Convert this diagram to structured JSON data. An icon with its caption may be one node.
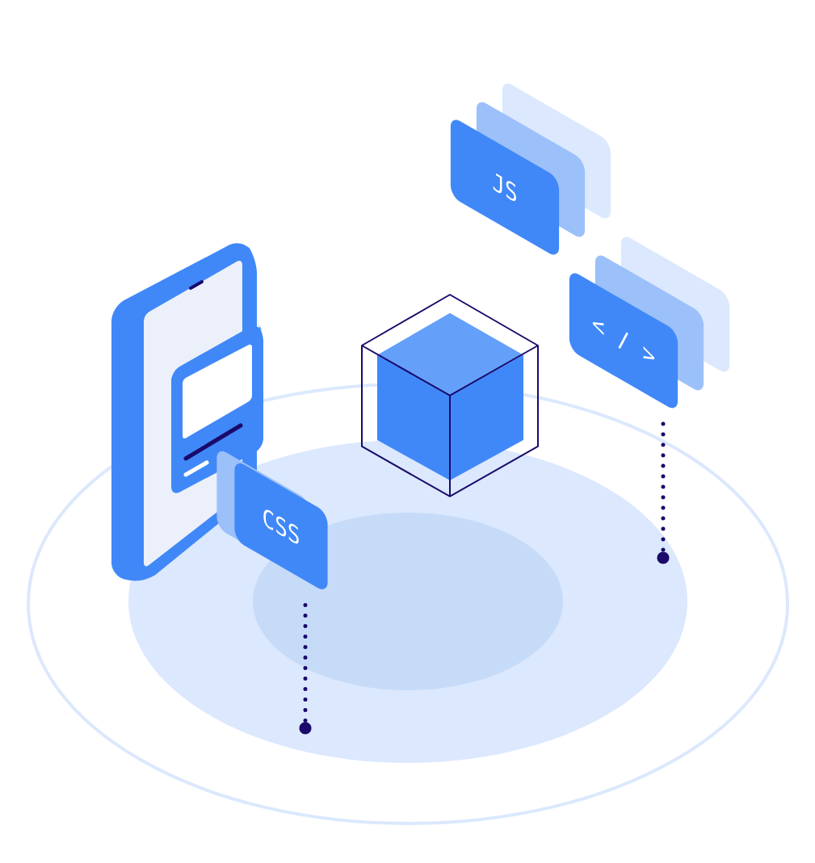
{
  "diagram": {
    "nodes": [
      {
        "text": [
          "JS"
        ]
      },
      {
        "text": [
          "< / >"
        ]
      },
      {
        "text": [
          "CSS"
        ]
      },
      {
        "text": [],
        "shape": "circle"
      },
      {
        "text": [],
        "shape": "circle"
      }
    ],
    "edges": [
      {
        "from": 1,
        "to": 3,
        "arrow": "none",
        "style": "dashed"
      },
      {
        "from": 2,
        "to": 4,
        "arrow": "none",
        "style": "dashed"
      }
    ]
  }
}
